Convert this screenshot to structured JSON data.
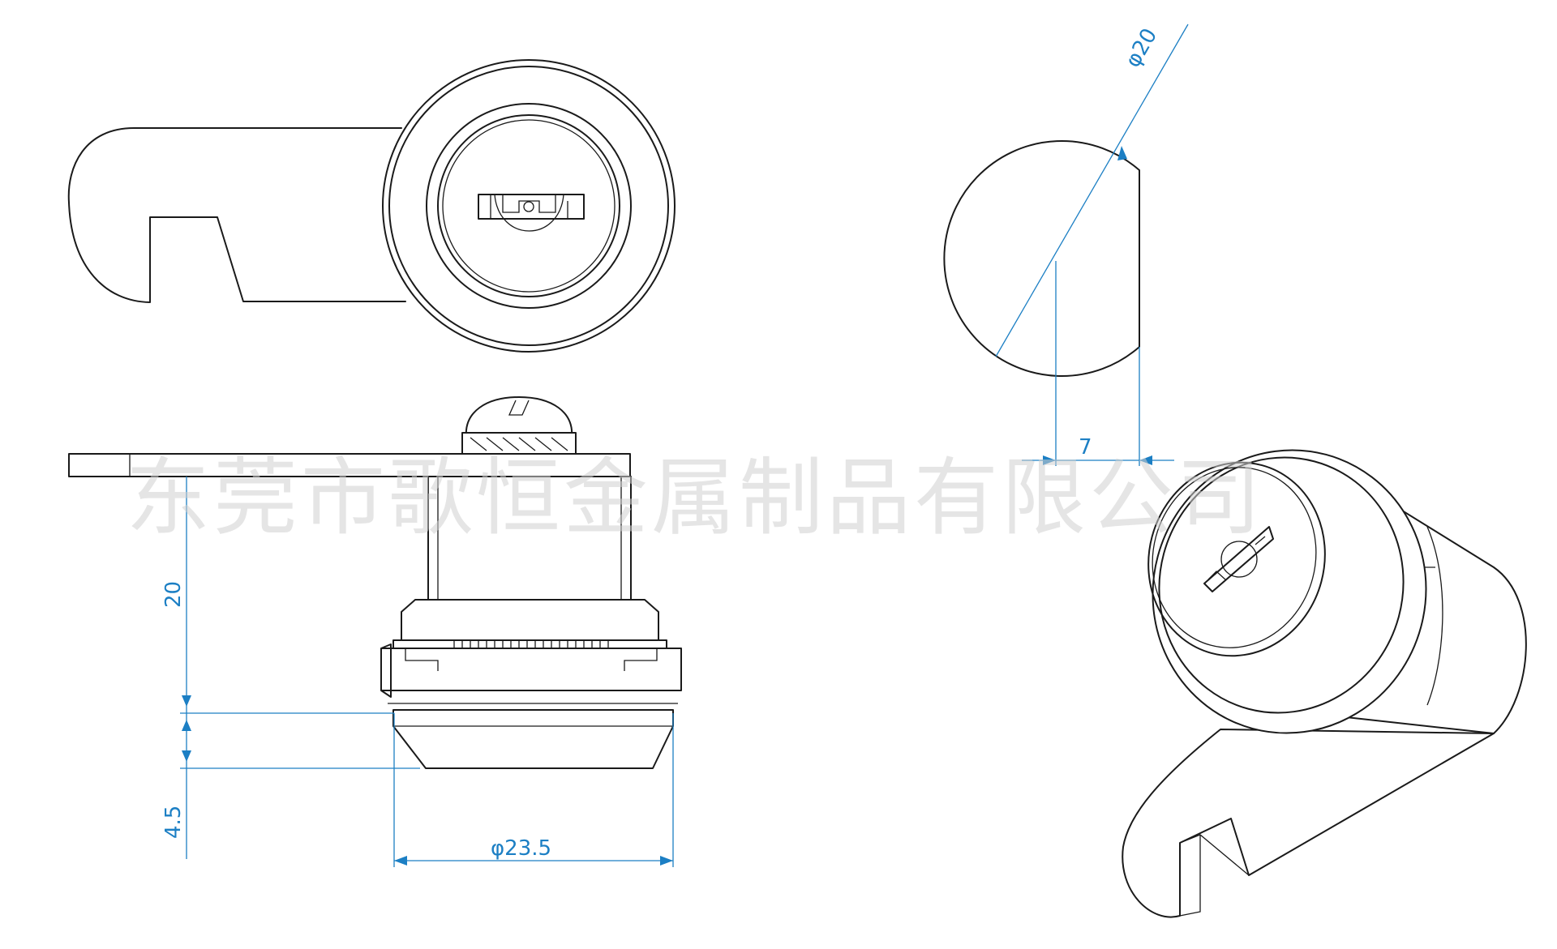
{
  "dimensions": {
    "cam_diameter": "φ20",
    "cam_offset": "7",
    "body_length": "20",
    "head_height": "4.5",
    "head_diameter": "φ23.5"
  },
  "watermark": "东莞市歌恒金属制品有限公司",
  "colors": {
    "line": "#1a1a1a",
    "dimension": "#1c7fc4",
    "watermark": "#cfcfcf",
    "background": "#ffffff"
  }
}
